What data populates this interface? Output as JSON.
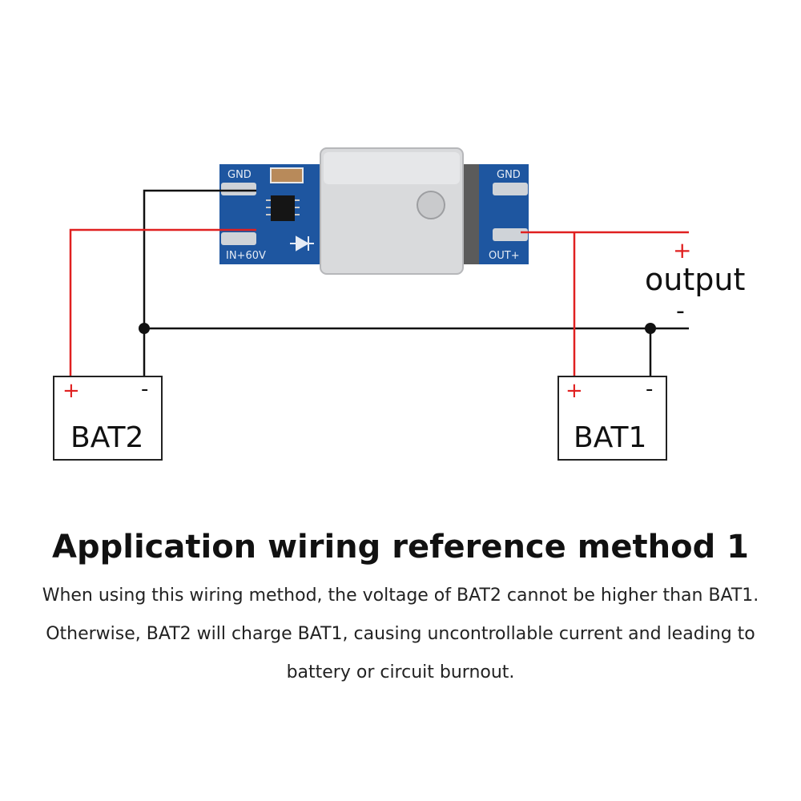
{
  "module": {
    "gnd_left_label": "GND",
    "gnd_right_label": "GND",
    "in_label": "IN+60V",
    "out_label": "OUT+"
  },
  "output": {
    "label": "output",
    "plus": "+",
    "minus": "-"
  },
  "bat2": {
    "name": "BAT2",
    "plus": "+",
    "minus": "-"
  },
  "bat1": {
    "name": "BAT1",
    "plus": "+",
    "minus": "-"
  },
  "caption": {
    "title": "Application wiring reference method 1",
    "description": "When using this wiring method, the voltage of BAT2 cannot be higher than BAT1. Otherwise, BAT2 will charge BAT1, causing uncontrollable current and leading to battery or circuit burnout."
  },
  "colors": {
    "positive_wire": "#e02020",
    "negative_wire": "#111111",
    "pcb": "#1e56a0",
    "heatsink": "#d9dadc"
  }
}
